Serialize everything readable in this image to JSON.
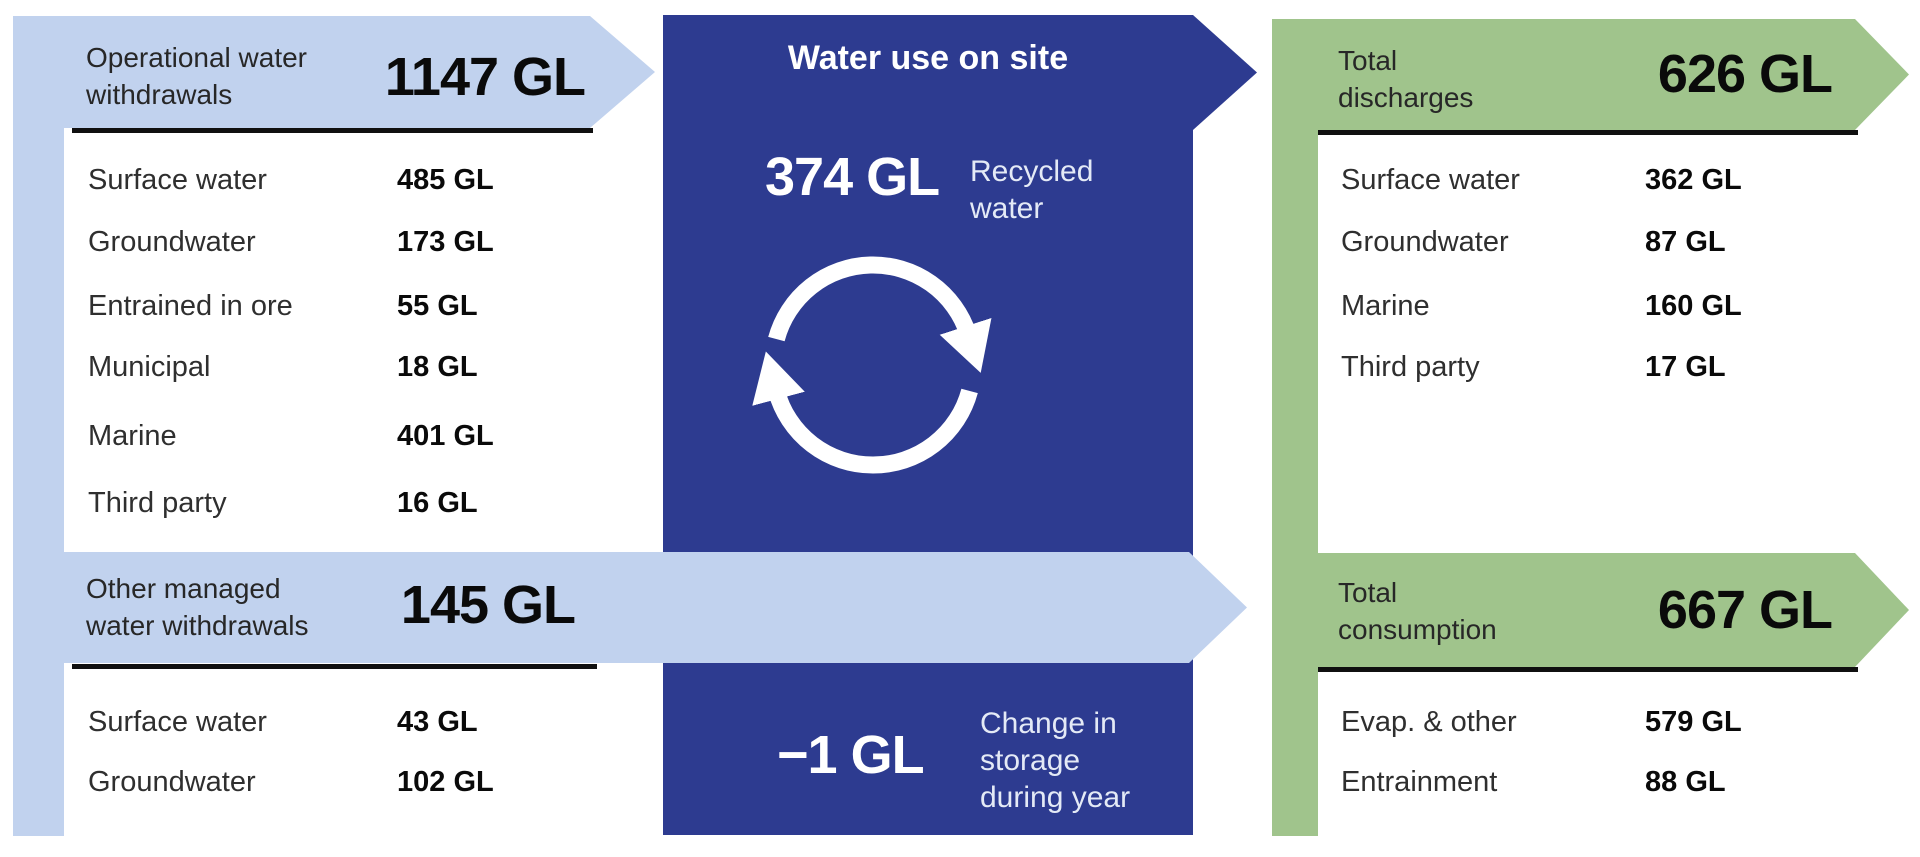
{
  "colors": {
    "light_blue": "#c1d2ee",
    "dark_blue": "#2d3b90",
    "green": "#a0c48c",
    "underline_black": "#101010",
    "white_text": "#ffffff"
  },
  "withdrawals": {
    "banner": {
      "line1": "Operational water",
      "line2": "withdrawals",
      "value": "1147 GL"
    },
    "rows": [
      {
        "label": "Surface water",
        "value": "485 GL"
      },
      {
        "label": "Groundwater",
        "value": "173 GL"
      },
      {
        "label": "Entrained in ore",
        "value": "55 GL"
      },
      {
        "label": "Municipal",
        "value": "18 GL"
      },
      {
        "label": "Marine",
        "value": "401 GL"
      },
      {
        "label": "Third party",
        "value": "16 GL"
      }
    ]
  },
  "other_withdrawals": {
    "banner": {
      "line1": "Other managed",
      "line2": "water withdrawals",
      "value": "145 GL"
    },
    "rows": [
      {
        "label": "Surface water",
        "value": "43 GL"
      },
      {
        "label": "Groundwater",
        "value": "102 GL"
      }
    ]
  },
  "site": {
    "title": "Water use on site",
    "recycled": {
      "value": "374 GL",
      "line1": "Recycled",
      "line2": "water"
    },
    "storage": {
      "value": "−1 GL",
      "line1": "Change in",
      "line2": "storage",
      "line3": "during year"
    },
    "icon": "recycle-loop-icon"
  },
  "discharges": {
    "banner": {
      "line1": "Total",
      "line2": "discharges",
      "value": "626 GL"
    },
    "rows": [
      {
        "label": "Surface water",
        "value": "362 GL"
      },
      {
        "label": "Groundwater",
        "value": "87 GL"
      },
      {
        "label": "Marine",
        "value": "160 GL"
      },
      {
        "label": "Third party",
        "value": "17 GL"
      }
    ]
  },
  "consumption": {
    "banner": {
      "line1": "Total",
      "line2": "consumption",
      "value": "667 GL"
    },
    "rows": [
      {
        "label": "Evap. & other",
        "value": "579 GL"
      },
      {
        "label": "Entrainment",
        "value": "88 GL"
      }
    ]
  }
}
